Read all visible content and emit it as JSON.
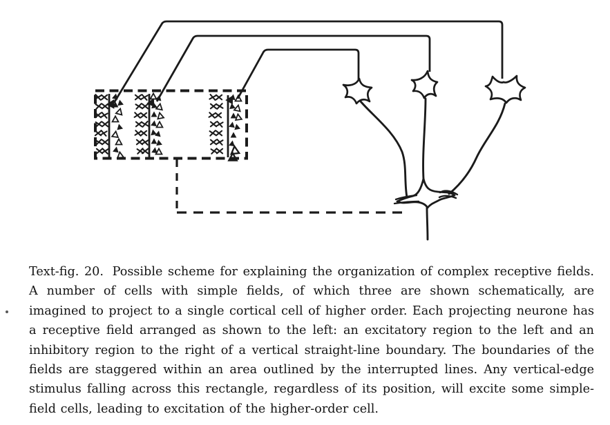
{
  "page": {
    "background_color": "#ffffff",
    "ink_color": "#1b1b1b"
  },
  "figure": {
    "caption_label": "Text-fig. 20.",
    "caption_text": "Possible scheme for explaining the organization of complex receptive fields. A number of cells with simple fields, of which three are shown schematically, are imagined to project to a single cortical cell of higher order. Each projecting neurone has a receptive field arranged as shown to the left: an excitatory region to the left and an inhibitory region to the right of a vertical straight-line boundary. The boundaries of the fields are staggered within an area outlined by the interrupted lines. Any vertical-edge stimulus falling across this rectangle, regardless of its position, will excite some simple-field cells, leading to excitation of the higher-order cell."
  },
  "diagram": {
    "receptive_field_count": 3,
    "simple_cell_count": 3,
    "higher_order_cell_count": 1,
    "excitatory_marker_glyph": "x",
    "inhibitory_marker_glyph": "▵"
  }
}
